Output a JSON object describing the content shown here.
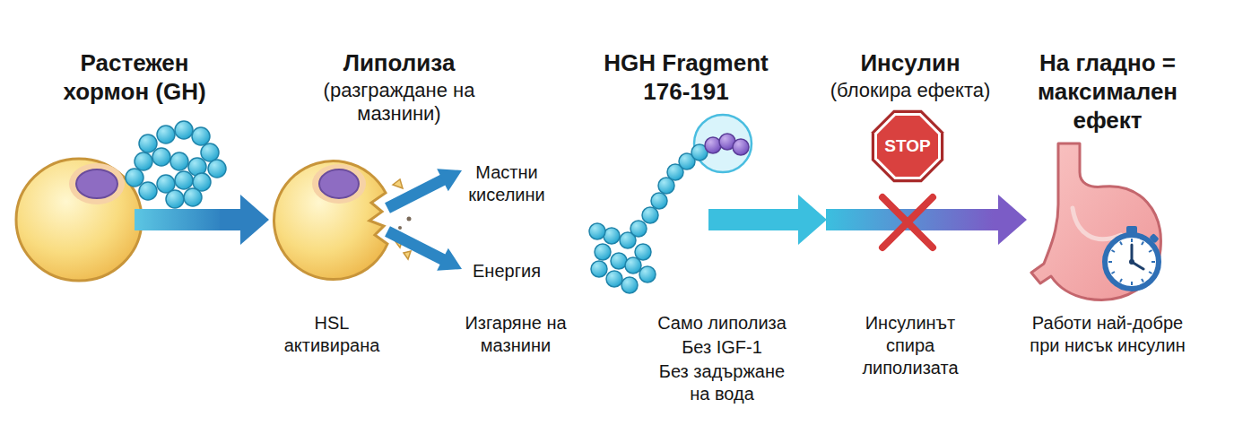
{
  "diagram": {
    "nodes": [
      {
        "text": [
          "Растежен хормон (GH)"
        ]
      },
      {
        "text": [
          "Липолиза",
          "(разграждане на мазнини)",
          "HSL активирана",
          "Изгаряне на мазнини"
        ]
      },
      {
        "text": [
          "HGH Fragment 176-191",
          "Само липолиза",
          "Без IGF-1",
          "Без задържане на вода"
        ]
      },
      {
        "text": [
          "Инсулин",
          "(блокира ефекта)",
          "Инсулинът спира липолизата"
        ]
      },
      {
        "text": [
          "На гладно = максимален ефект",
          "Работи най-добре при нисък инсулин"
        ]
      }
    ],
    "edges": [
      {
        "from": 0,
        "to": 1,
        "arrow": "to"
      },
      {
        "from": 2,
        "to": 3,
        "arrow": "to"
      },
      {
        "from": 3,
        "to": 4,
        "arrow": "to"
      }
    ],
    "labels": [
      "Мастни киселини",
      "Енергия",
      "STOP"
    ]
  }
}
